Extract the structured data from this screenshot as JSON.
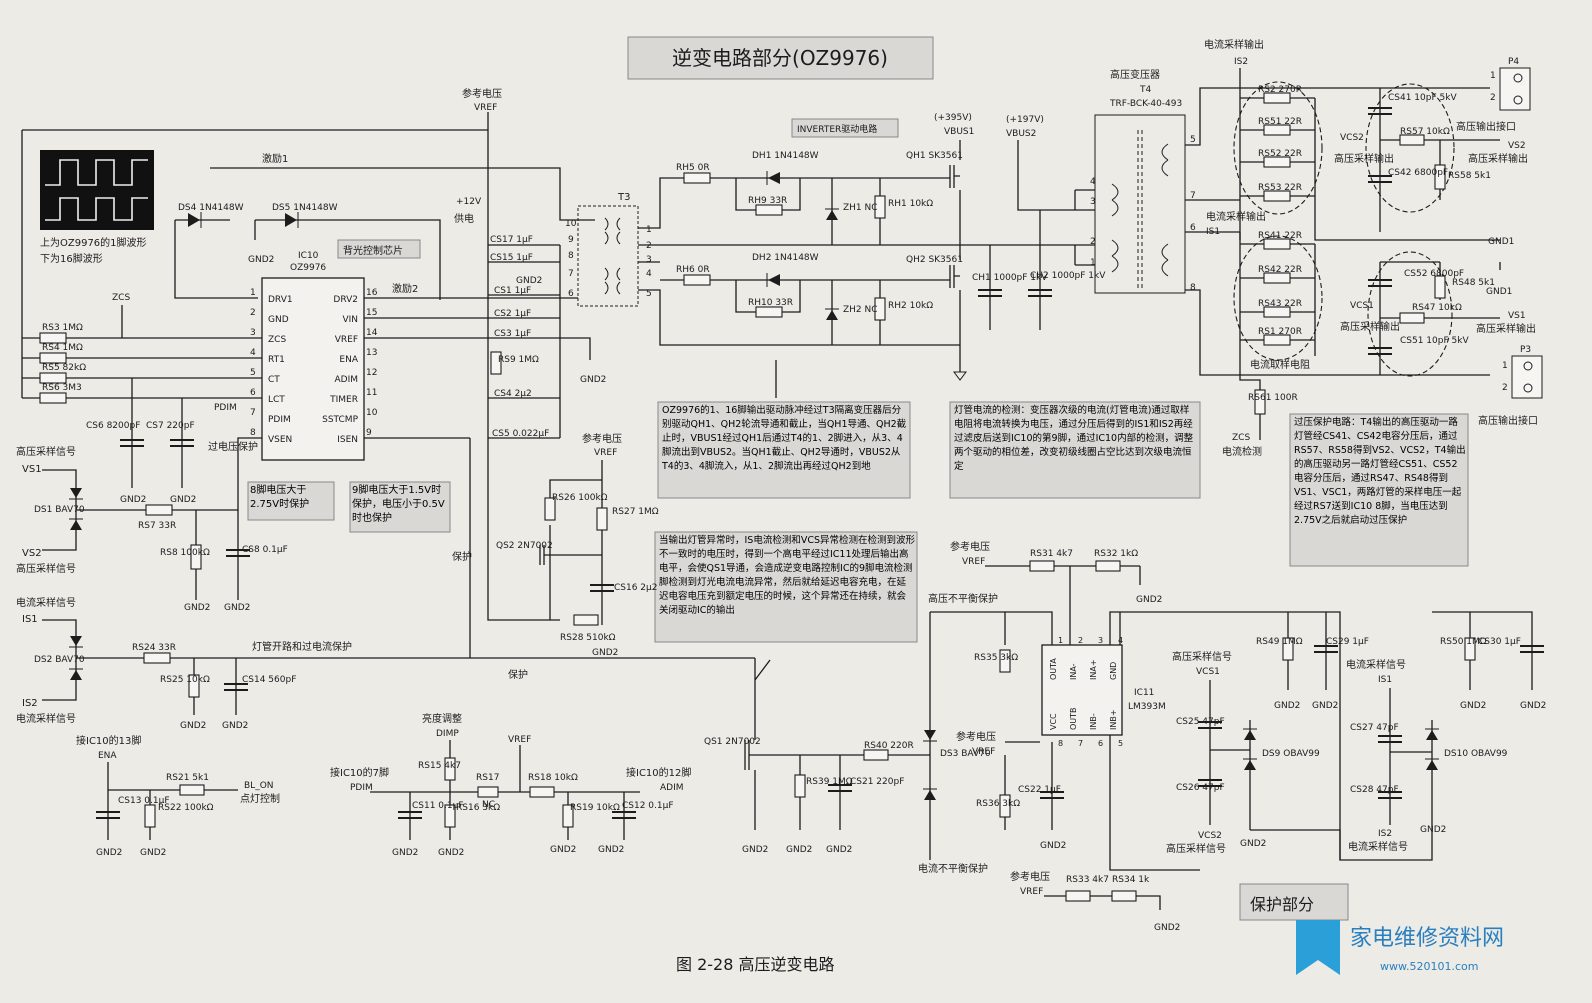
{
  "title": "逆变电路部分(OZ9976)",
  "protect_title": "保护部分",
  "caption": "图 2-28   高压逆变电路",
  "logo": {
    "name": "家电维修资料网",
    "url": "www.520101.com"
  },
  "waveform_caption": [
    "上为OZ9976的1脚波形",
    "下为16脚波形"
  ],
  "ic10": {
    "ref": "IC10",
    "part": "OZ9976",
    "function": "背光控制芯片",
    "pins_left": [
      {
        "num": "1",
        "name": "DRV1"
      },
      {
        "num": "2",
        "name": "GND"
      },
      {
        "num": "3",
        "name": "ZCS"
      },
      {
        "num": "4",
        "name": "RT1"
      },
      {
        "num": "5",
        "name": "CT"
      },
      {
        "num": "6",
        "name": "LCT"
      },
      {
        "num": "7",
        "name": "PDIM"
      },
      {
        "num": "8",
        "name": "VSEN"
      }
    ],
    "pins_right": [
      {
        "num": "16",
        "name": "DRV2"
      },
      {
        "num": "15",
        "name": "VIN"
      },
      {
        "num": "14",
        "name": "VREF"
      },
      {
        "num": "13",
        "name": "ENA"
      },
      {
        "num": "12",
        "name": "ADIM"
      },
      {
        "num": "11",
        "name": "TIMER"
      },
      {
        "num": "10",
        "name": "SSTCMP"
      },
      {
        "num": "9",
        "name": "ISEN"
      }
    ]
  },
  "ic11": {
    "ref": "IC11",
    "part": "LM393M",
    "pins_top": [
      "OUTA",
      "INA-",
      "INA+",
      "GND"
    ],
    "pins_top_num": [
      "1",
      "2",
      "3",
      "4"
    ],
    "pins_bottom": [
      "VCC",
      "OUTB",
      "INB-",
      "INB+"
    ],
    "pins_bottom_num": [
      "8",
      "7",
      "6",
      "5"
    ]
  },
  "labels": {
    "ref_voltage": "参考电压",
    "vref": "VREF",
    "plus12v": "+12V",
    "supply": "供电",
    "drive1": "激励1",
    "drive2": "激励2",
    "zcs": "ZCS",
    "gnd2": "GND2",
    "gnd1": "GND1",
    "t3": "T3",
    "inverter_drive": "INVERTER驱动电路",
    "vbus1_v": "(+395V)",
    "vbus1": "VBUS1",
    "vbus2_v": "(+197V)",
    "vbus2": "VBUS2",
    "hv_transformer": "高压变压器",
    "t4": "T4",
    "t4_part": "TRF-BCK-40-493",
    "cur_sample_out": "电流采样输出",
    "is2": "IS2",
    "is1": "IS1",
    "p4": "P4",
    "p3": "P3",
    "hv_out_port": "高压输出接口",
    "hv_sample_out": "高压采样输出",
    "vs2": "VS2",
    "vcs2": "VCS2",
    "vs1": "VS1",
    "vcs1": "VCS1",
    "hv_sample_out_short": "高压采样输出",
    "cur_sample_res": "电流取样电阻",
    "zcs_detect": "电流检测",
    "hv_sample_signal": "高压采样信号",
    "cur_sample_signal": "电流采样信号",
    "ov_protect": "过电压保护",
    "protect": "保护",
    "lamp_open_oc": "灯管开路和过电流保护",
    "hv_unbalance": "高压不平衡保护",
    "cur_unbalance": "电流不平衡保护",
    "brightness": "亮度调整",
    "to_ic10_13": "接IC10的13脚",
    "to_ic10_7": "接IC10的7脚",
    "to_ic10_12": "接IC10的12脚",
    "bl_on": "BL_ON",
    "lamp_ctrl": "点灯控制",
    "ena": "ENA",
    "adim": "ADIM",
    "pdim": "PDIM",
    "dimp": "DIMP",
    "nc": "NC"
  },
  "notes": {
    "pin8": "8脚电压大于2.75V时保护",
    "pin9": "9脚电压大于1.5V时保护，电压小于0.5V时也保护",
    "drive": "OZ9976的1、16脚输出驱动脉冲经过T3隔离变压器后分别驱动QH1、QH2轮流导通和截止，当QH1导通、QH2截止时，VBUS1经过QH1后通过T4的1、2脚进入，从3、4脚流出到VBUS2。当QH1截止、QH2导通时，VBUS2从T4的3、4脚流入，从1、2脚流出再经过QH2到地",
    "lamp_current": "灯管电流的检测：变压器次级的电流(灯管电流)通过取样电阻将电流转换为电压，通过分压后得到的IS1和IS2再经过滤皮后送到IC10的第9脚，通过IC10内部的检测，调整两个驱动的相位差，改变初级线圈占空比达到次级电流恒定",
    "overvoltage": "过压保护电路：T4输出的高压驱动一路灯管经CS41、CS42电容分压后，通过RS57、RS58得到VS2、VCS2，T4输出的高压驱动另一路灯管经CS51、CS52电容分压后，通过RS47、RS48得到VS1、VSC1，两路灯管的采样电压一起经过RS7送到IC10 8脚，当电压达到2.75V之后就启动过压保护",
    "abnormal": "当输出灯管异常时，IS电流检测和VCS异常检测在检测到波形不一致时的电压时，得到一个高电平经过IC11处理后输出高电平，会使QS1导通，会造成逆变电路控制IC的9脚电流检测脚检测到灯光电流电流异常，然后就给延迟电容充电，在延迟电容电压充到额定电压的时候，这个异常还在持续，就会关闭驱动IC的输出"
  },
  "components": {
    "RS3": "RS3  1MΩ",
    "RS4": "RS4  1MΩ",
    "RS5": "RS5  82kΩ",
    "RS6": "RS6  3M3",
    "CS6": "CS6 8200pF",
    "CS7": "CS7 220pF",
    "DS4": "DS4 1N4148W",
    "DS5": "DS5 1N4148W",
    "CS17": "CS17 1μF",
    "CS15": "CS15 1μF",
    "CS1": "CS1 1μF",
    "CS2": "CS2 1μF",
    "CS3": "CS3 1μF",
    "RS9": "RS9 1MΩ",
    "CS4": "CS4 2μ2",
    "CS5": "CS5 0.022μF",
    "RH5": "RH5  0R",
    "RH6": "RH6  0R",
    "DH1": "DH1 1N4148W",
    "DH2": "DH2 1N4148W",
    "RH9": "RH9  33R",
    "RH10": "RH10 33R",
    "ZH1": "ZH1 NC",
    "ZH2": "ZH2 NC",
    "RH1": "RH1 10kΩ",
    "RH2": "RH2 10kΩ",
    "QH1": "QH1 SK3561",
    "QH2": "QH2 SK3561",
    "CH1": "CH1 1000pF 1kV",
    "CH2": "CH2 1000pF 1kV",
    "RS2": "RS2  270R",
    "RS51": "RS51  22R",
    "RS52": "RS52  22R",
    "RS53": "RS53  22R",
    "RS41": "RS41  22R",
    "RS42": "RS42  22R",
    "RS43": "RS43  22R",
    "RS1": "RS1  270R",
    "CS41": "CS41 10pF 5kV",
    "CS42": "CS42 6800pF",
    "RS57": "RS57 10kΩ",
    "RS58": "RS58 5k1",
    "CS52": "CS52 6800pF",
    "RS48": "RS48 5k1",
    "RS47": "RS47 10kΩ",
    "CS51": "CS51 10pF 5kV",
    "RS61": "RS61 100R",
    "DS1": "DS1 BAV70",
    "RS7": "RS7  33R",
    "RS8": "RS8 100kΩ",
    "CS8": "CS8 0.1μF",
    "DS2": "DS2 BAV70",
    "RS24": "RS24  33R",
    "RS25": "RS25 10kΩ",
    "CS14": "CS14 560pF",
    "RS26": "RS26 100kΩ",
    "RS27": "RS27 1MΩ",
    "QS2": "QS2 2N7002",
    "CS16": "CS16 2μ2",
    "RS28": "RS28 510kΩ",
    "RS21": "RS21  5k1",
    "CS13": "CS13 0.1μF",
    "RS22": "RS22 100kΩ",
    "RS15": "RS15 4k7",
    "RS16": "RS16 3kΩ",
    "RS17": "RS17",
    "RS18": "RS18 10kΩ",
    "RS19": "RS19 10kΩ",
    "CS11": "CS11 0.1μF",
    "CS12": "CS12 0.1μF",
    "QS1": "QS1 2N7002",
    "RS40": "RS40 220R",
    "RS39": "RS39 1MΩ",
    "CS21": "CS21 220pF",
    "DS3": "DS3 BAV70",
    "RS35": "RS35 3kΩ",
    "RS36": "RS36 3kΩ",
    "CS22": "CS22 1μF",
    "RS31": "RS31 4k7",
    "RS32": "RS32 1kΩ",
    "RS33": "RS33 4k7",
    "RS34": "RS34 1k",
    "RS49": "RS49 1MΩ",
    "CS29": "CS29 1μF",
    "RS50": "RS50 1MΩ",
    "CS30": "CS30 1μF",
    "CS25": "CS25 47pF",
    "CS26": "CS26 47pF",
    "DS9": "DS9 OBAV99",
    "CS27": "CS27 47pF",
    "CS28": "CS28 47pF",
    "DS10": "DS10 OBAV99"
  }
}
